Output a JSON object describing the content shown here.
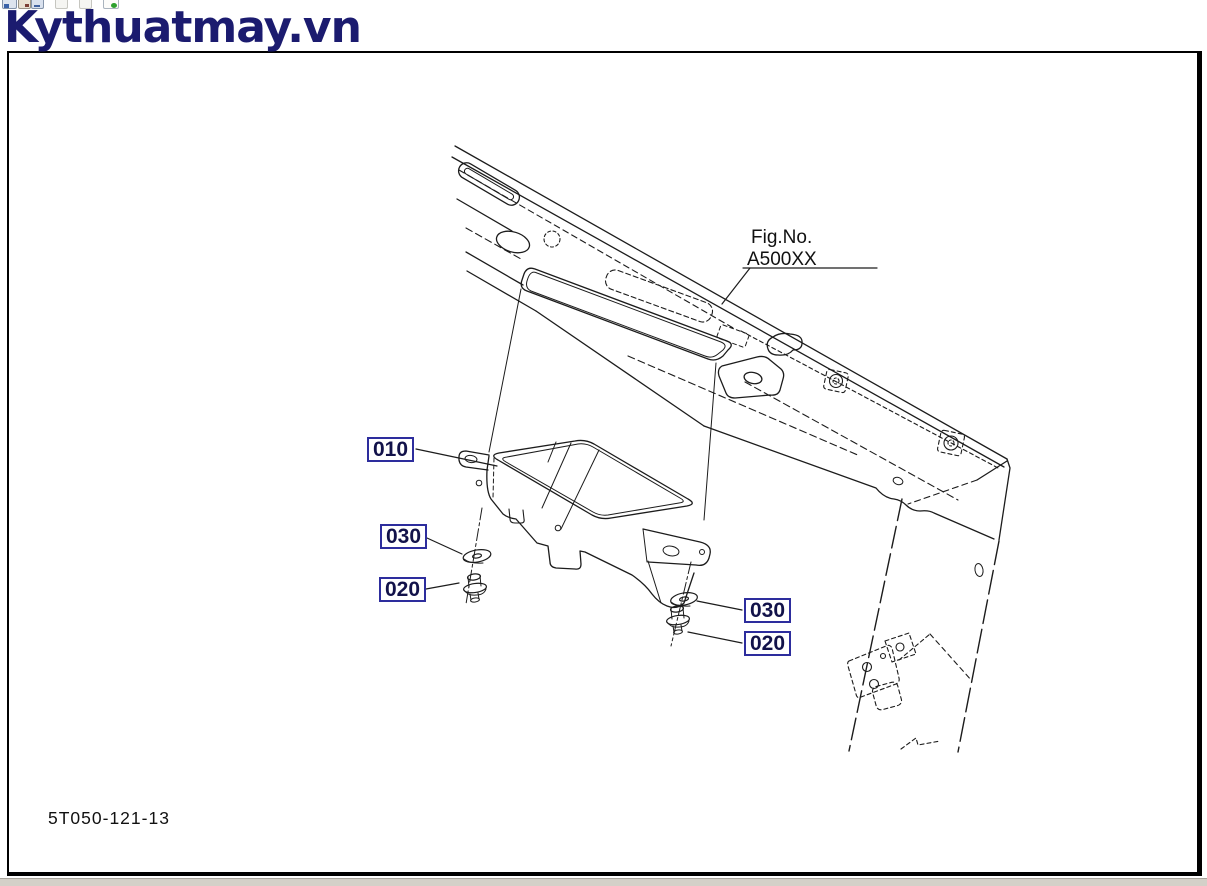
{
  "header": {
    "brand": "Kythuatmay.vn",
    "brand_color": "#1b1b6f"
  },
  "toolbar": {
    "icons": [
      {
        "name": "cropped-toolbar-icon-1"
      },
      {
        "name": "cropped-toolbar-icon-2"
      },
      {
        "name": "cropped-toolbar-icon-3"
      },
      {
        "name": "cropped-toolbar-icon-4"
      },
      {
        "name": "cropped-toolbar-icon-5"
      },
      {
        "name": "cropped-toolbar-icon-6-green"
      }
    ]
  },
  "diagram": {
    "fig_no_label": "Fig.No.",
    "fig_no_value": "A500XX",
    "drawing_code": "5T050-121-13",
    "callouts": [
      {
        "id": "meter-panel",
        "label": "010"
      },
      {
        "id": "washer-left",
        "label": "030"
      },
      {
        "id": "screw-left",
        "label": "020"
      },
      {
        "id": "washer-right",
        "label": "030"
      },
      {
        "id": "screw-right",
        "label": "020"
      }
    ],
    "colors": {
      "line": "#1c1c1c",
      "callout_border": "#2d2d9d",
      "callout_text": "#12124a",
      "frame_border": "#000000"
    }
  }
}
